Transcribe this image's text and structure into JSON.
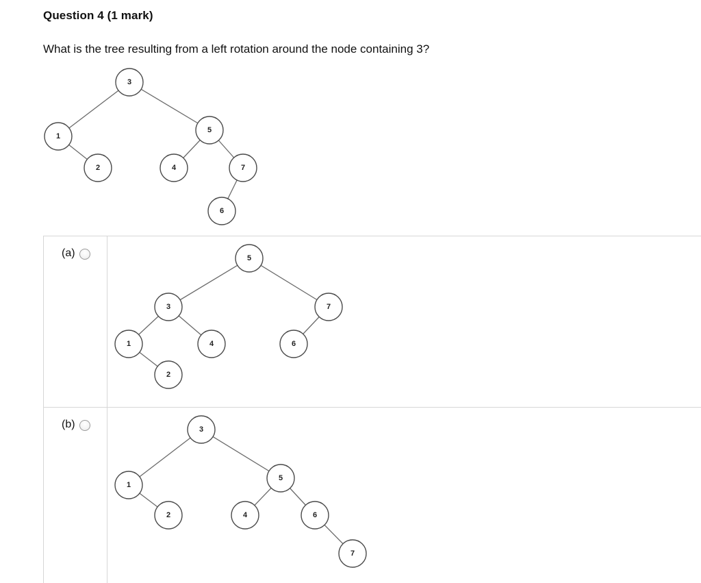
{
  "question": {
    "title": "Question 4 (1 mark)",
    "text": "What is the tree resulting from a left rotation around the node containing 3?"
  },
  "trees": {
    "original": {
      "nodes": [
        "3",
        "1",
        "5",
        "2",
        "4",
        "7",
        "6"
      ],
      "edges": [
        [
          "3",
          "1"
        ],
        [
          "3",
          "5"
        ],
        [
          "1",
          "2"
        ],
        [
          "5",
          "4"
        ],
        [
          "5",
          "7"
        ],
        [
          "7",
          "6"
        ]
      ]
    },
    "option_a": {
      "nodes": [
        "5",
        "3",
        "7",
        "1",
        "4",
        "6",
        "2"
      ],
      "edges": [
        [
          "5",
          "3"
        ],
        [
          "5",
          "7"
        ],
        [
          "3",
          "1"
        ],
        [
          "3",
          "4"
        ],
        [
          "7",
          "6"
        ],
        [
          "1",
          "2"
        ]
      ]
    },
    "option_b": {
      "nodes": [
        "3",
        "1",
        "5",
        "2",
        "4",
        "6",
        "7"
      ],
      "edges": [
        [
          "3",
          "1"
        ],
        [
          "3",
          "5"
        ],
        [
          "1",
          "2"
        ],
        [
          "5",
          "4"
        ],
        [
          "5",
          "6"
        ],
        [
          "6",
          "7"
        ]
      ]
    }
  },
  "options": [
    {
      "label": "(a)"
    },
    {
      "label": "(b)"
    }
  ]
}
